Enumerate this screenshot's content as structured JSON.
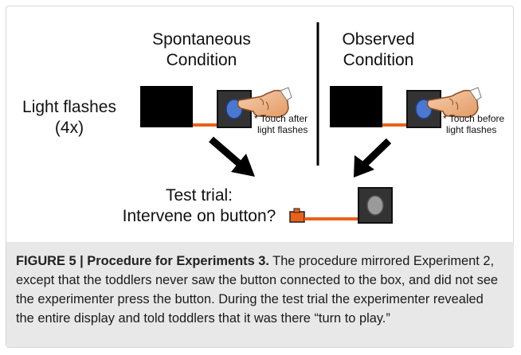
{
  "diagram": {
    "left_title_line1": "Spontaneous",
    "left_title_line2": "Condition",
    "right_title_line1": "Observed",
    "right_title_line2": "Condition",
    "light_label_line1": "Light flashes",
    "light_label_line2": "(4x)",
    "left_note_line1": "* Touch after",
    "left_note_line2": "light flashes",
    "right_note_line1": "* Touch before",
    "right_note_line2": "light flashes",
    "test_line1": "Test trial:",
    "test_line2": "Intervene on button?"
  },
  "colors": {
    "box": "#000000",
    "button_panel": "#333333",
    "button_blue": "#4a78d0",
    "button_gray": "#9a9a9a",
    "wire": "#e8621a",
    "caption_bg": "#e8e8e8"
  },
  "caption": {
    "label": "FIGURE 5 | Procedure for Experiments 3.",
    "text": " The procedure mirrored Experiment 2, except that the toddlers never saw the button connected to the box, and did not see the experimenter press the button. During the test trial the experimenter revealed the entire display and told toddlers that it was there “turn to play.”"
  }
}
